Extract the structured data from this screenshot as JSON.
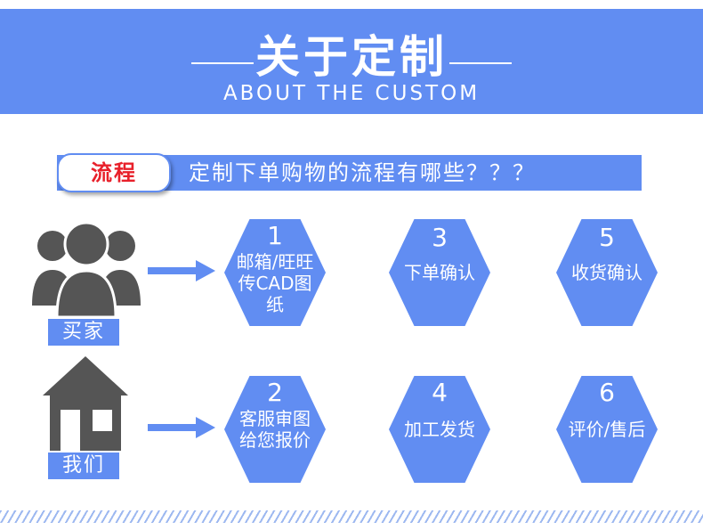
{
  "header": {
    "title": "关于定制",
    "subtitle": "ABOUT THE CUSTOM"
  },
  "banner": {
    "tag": "流程",
    "question": "定制下单购物的流程有哪些？？？"
  },
  "roles": {
    "buyer": {
      "label": "买家",
      "icon": "people-group-icon"
    },
    "us": {
      "label": "我们",
      "icon": "house-icon"
    }
  },
  "steps": [
    {
      "num": "1",
      "text": "邮箱/旺旺\n传CAD图\n纸"
    },
    {
      "num": "2",
      "text": "客服审图\n给您报价"
    },
    {
      "num": "3",
      "text": "下单确认"
    },
    {
      "num": "4",
      "text": "加工发货"
    },
    {
      "num": "5",
      "text": "收货确认"
    },
    {
      "num": "6",
      "text": "评价/售后"
    }
  ],
  "colors": {
    "accent": "#618df2",
    "icon": "#555555",
    "tag_text": "#e8202a"
  }
}
